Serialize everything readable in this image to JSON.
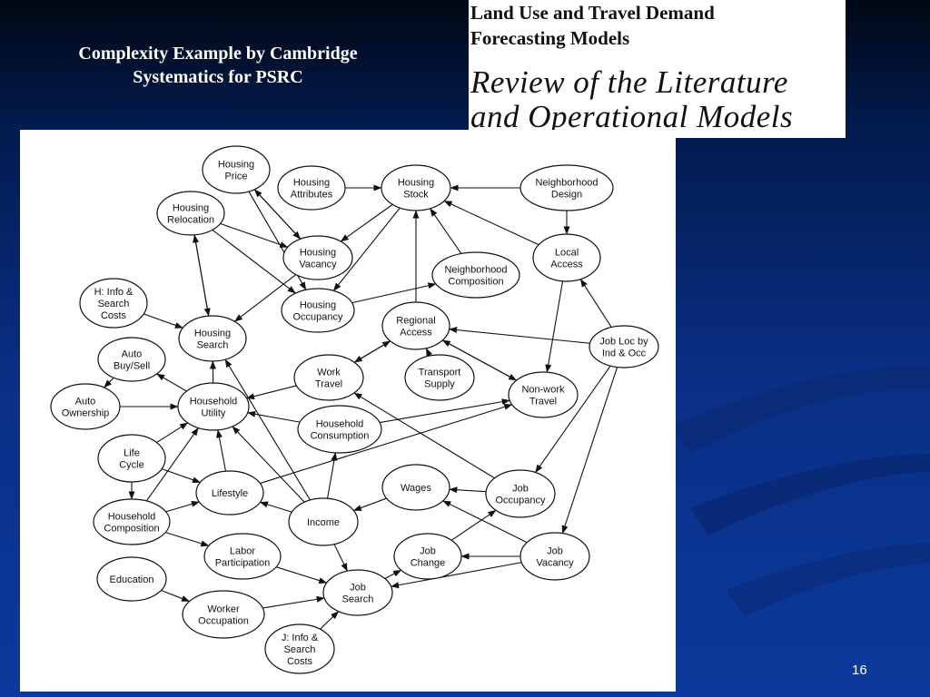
{
  "slide": {
    "title": "Complexity Example by Cambridge\nSystematics for PSRC",
    "page_number": "16"
  },
  "book_cover": {
    "header": "Land Use and Travel Demand\nForecasting Models",
    "subtitle": "Review of the Literature\nand Operational Models"
  },
  "colors": {
    "background_dark": "#000814",
    "background_blue": "#0b3a9c",
    "panel": "#ffffff",
    "stroke": "#111111"
  },
  "diagram": {
    "nodes": [
      {
        "id": "housing_price",
        "label": "Housing\nPrice"
      },
      {
        "id": "housing_attributes",
        "label": "Housing\nAttributes"
      },
      {
        "id": "housing_stock",
        "label": "Housing\nStock"
      },
      {
        "id": "neighborhood_design",
        "label": "Neighborhood\nDesign"
      },
      {
        "id": "housing_relocation",
        "label": "Housing\nRelocation"
      },
      {
        "id": "housing_vacancy",
        "label": "Housing\nVacancy"
      },
      {
        "id": "local_access",
        "label": "Local\nAccess"
      },
      {
        "id": "neighborhood_composition",
        "label": "Neighborhood\nComposition"
      },
      {
        "id": "h_info",
        "label": "H: Info &\nSearch\nCosts"
      },
      {
        "id": "housing_occupancy",
        "label": "Housing\nOccupancy"
      },
      {
        "id": "regional_access",
        "label": "Regional\nAccess"
      },
      {
        "id": "housing_search",
        "label": "Housing\nSearch"
      },
      {
        "id": "auto_buysell",
        "label": "Auto\nBuy/Sell"
      },
      {
        "id": "job_loc",
        "label": "Job Loc by\nInd & Occ"
      },
      {
        "id": "work_travel",
        "label": "Work\nTravel"
      },
      {
        "id": "transport_supply",
        "label": "Transport\nSupply"
      },
      {
        "id": "nonwork_travel",
        "label": "Non-work\nTravel"
      },
      {
        "id": "auto_ownership",
        "label": "Auto\nOwnership"
      },
      {
        "id": "household_utility",
        "label": "Household\nUtility"
      },
      {
        "id": "household_consumption",
        "label": "Household\nConsumption"
      },
      {
        "id": "life_cycle",
        "label": "Life\nCycle"
      },
      {
        "id": "wages",
        "label": "Wages"
      },
      {
        "id": "job_occupancy",
        "label": "Job\nOccupancy"
      },
      {
        "id": "lifestyle",
        "label": "Lifestyle"
      },
      {
        "id": "household_composition",
        "label": "Household\nComposition"
      },
      {
        "id": "income",
        "label": "Income"
      },
      {
        "id": "labor_participation",
        "label": "Labor\nParticipation"
      },
      {
        "id": "job_change",
        "label": "Job\nChange"
      },
      {
        "id": "job_vacancy",
        "label": "Job\nVacancy"
      },
      {
        "id": "education",
        "label": "Education"
      },
      {
        "id": "job_search",
        "label": "Job\nSearch"
      },
      {
        "id": "worker_occupation",
        "label": "Worker\nOccupation"
      },
      {
        "id": "j_info",
        "label": "J: Info &\nSearch\nCosts"
      }
    ],
    "edges": [
      {
        "from": "housing_attributes",
        "to": "housing_stock"
      },
      {
        "from": "neighborhood_design",
        "to": "housing_stock"
      },
      {
        "from": "neighborhood_design",
        "to": "local_access"
      },
      {
        "from": "local_access",
        "to": "housing_stock"
      },
      {
        "from": "neighborhood_composition",
        "to": "housing_stock"
      },
      {
        "from": "housing_stock",
        "to": "housing_vacancy"
      },
      {
        "from": "housing_stock",
        "to": "housing_occupancy"
      },
      {
        "from": "housing_price",
        "to": "housing_vacancy"
      },
      {
        "from": "housing_vacancy",
        "to": "housing_price"
      },
      {
        "from": "housing_price",
        "to": "housing_occupancy"
      },
      {
        "from": "housing_relocation",
        "to": "housing_vacancy"
      },
      {
        "from": "housing_relocation",
        "to": "housing_occupancy"
      },
      {
        "from": "housing_search",
        "to": "housing_relocation"
      },
      {
        "from": "housing_vacancy",
        "to": "housing_search"
      },
      {
        "from": "housing_occupancy",
        "to": "neighborhood_composition"
      },
      {
        "from": "h_info",
        "to": "housing_search"
      },
      {
        "from": "household_utility",
        "to": "housing_search"
      },
      {
        "from": "household_utility",
        "to": "auto_buysell"
      },
      {
        "from": "auto_buysell",
        "to": "auto_ownership"
      },
      {
        "from": "auto_ownership",
        "to": "household_utility"
      },
      {
        "from": "regional_access",
        "to": "housing_stock"
      },
      {
        "from": "regional_access",
        "to": "work_travel"
      },
      {
        "from": "work_travel",
        "to": "regional_access"
      },
      {
        "from": "transport_supply",
        "to": "regional_access"
      },
      {
        "from": "regional_access",
        "to": "nonwork_travel"
      },
      {
        "from": "nonwork_travel",
        "to": "regional_access"
      },
      {
        "from": "job_loc",
        "to": "regional_access"
      },
      {
        "from": "job_loc",
        "to": "local_access"
      },
      {
        "from": "local_access",
        "to": "nonwork_travel"
      },
      {
        "from": "job_loc",
        "to": "job_occupancy"
      },
      {
        "from": "job_loc",
        "to": "job_vacancy"
      },
      {
        "from": "work_travel",
        "to": "household_utility"
      },
      {
        "from": "household_consumption",
        "to": "household_utility"
      },
      {
        "from": "household_consumption",
        "to": "nonwork_travel"
      },
      {
        "from": "lifestyle",
        "to": "nonwork_travel"
      },
      {
        "from": "life_cycle",
        "to": "household_utility"
      },
      {
        "from": "life_cycle",
        "to": "lifestyle"
      },
      {
        "from": "life_cycle",
        "to": "household_composition"
      },
      {
        "from": "household_composition",
        "to": "household_utility"
      },
      {
        "from": "household_composition",
        "to": "lifestyle"
      },
      {
        "from": "household_composition",
        "to": "labor_participation"
      },
      {
        "from": "lifestyle",
        "to": "household_utility"
      },
      {
        "from": "income",
        "to": "household_utility"
      },
      {
        "from": "income",
        "to": "lifestyle"
      },
      {
        "from": "income",
        "to": "housing_search"
      },
      {
        "from": "income",
        "to": "household_consumption"
      },
      {
        "from": "income",
        "to": "job_search"
      },
      {
        "from": "wages",
        "to": "income"
      },
      {
        "from": "job_occupancy",
        "to": "wages"
      },
      {
        "from": "job_occupancy",
        "to": "work_travel"
      },
      {
        "from": "job_vacancy",
        "to": "wages"
      },
      {
        "from": "job_change",
        "to": "job_occupancy"
      },
      {
        "from": "job_vacancy",
        "to": "job_change"
      },
      {
        "from": "job_vacancy",
        "to": "job_search"
      },
      {
        "from": "job_search",
        "to": "job_change"
      },
      {
        "from": "labor_participation",
        "to": "job_search"
      },
      {
        "from": "education",
        "to": "worker_occupation"
      },
      {
        "from": "worker_occupation",
        "to": "job_search"
      },
      {
        "from": "j_info",
        "to": "job_search"
      },
      {
        "from": "housing_relocation",
        "to": "housing_search"
      }
    ]
  }
}
